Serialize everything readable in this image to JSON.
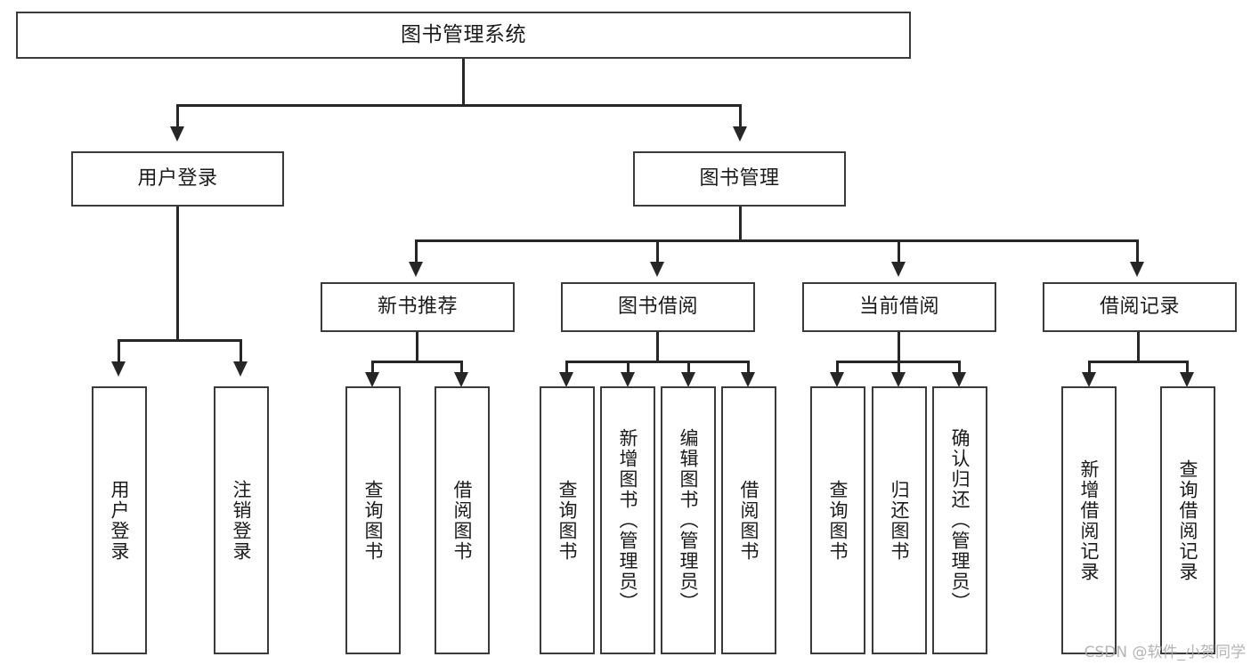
{
  "diagram": {
    "title": "图书管理系统",
    "type": "tree-hierarchy",
    "root": {
      "label": "图书管理系统"
    },
    "level1": [
      {
        "label": "用户登录"
      },
      {
        "label": "图书管理"
      }
    ],
    "level2": [
      {
        "label": "新书推荐"
      },
      {
        "label": "图书借阅"
      },
      {
        "label": "当前借阅"
      },
      {
        "label": "借阅记录"
      }
    ],
    "leaves": {
      "user_login": [
        {
          "label": "用户登录"
        },
        {
          "label": "注销登录"
        }
      ],
      "new_book_recommend": [
        {
          "label": "查询图书"
        },
        {
          "label": "借阅图书"
        }
      ],
      "book_borrow": [
        {
          "label": "查询图书"
        },
        {
          "label": "新增图书（管理员）"
        },
        {
          "label": "编辑图书（管理员）"
        },
        {
          "label": "借阅图书"
        }
      ],
      "current_borrow": [
        {
          "label": "查询图书"
        },
        {
          "label": "归还图书"
        },
        {
          "label": "确认归还（管理员）"
        }
      ],
      "borrow_record": [
        {
          "label": "新增借阅记录"
        },
        {
          "label": "查询借阅记录"
        }
      ]
    }
  },
  "watermark": {
    "text": "CSDN @软件_小贺同学"
  },
  "colors": {
    "box_border": "#3b3b3b",
    "connector": "#262626",
    "background": "#ffffff",
    "text": "#1b1b1b",
    "watermark": "#a8a8a8"
  }
}
